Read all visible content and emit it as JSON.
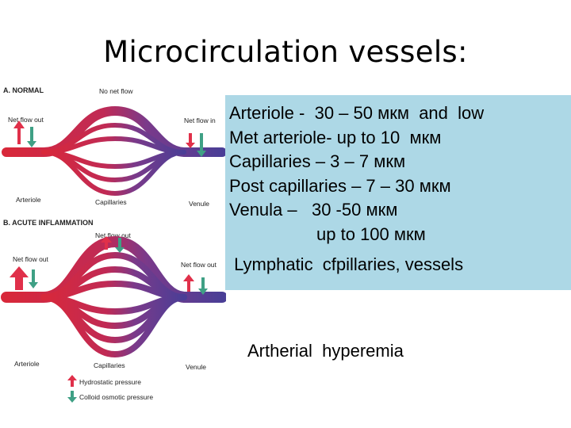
{
  "title": "Microcirculation  vessels:",
  "figure": {
    "panel_a": {
      "header": "A. NORMAL",
      "no_net_flow": "No net flow",
      "net_flow_out": "Net flow out",
      "net_flow_in": "Net flow in",
      "arteriole": "Arteriole",
      "capillaries": "Capillaries",
      "venule": "Venule"
    },
    "panel_b": {
      "header": "B. ACUTE INFLAMMATION",
      "net_flow_out_top": "Net flow out",
      "net_flow_out_left": "Net flow out",
      "net_flow_out_right": "Net flow out",
      "arteriole": "Arteriole",
      "capillaries": "Capillaries",
      "venule": "Venule"
    },
    "legend": {
      "hydrostatic": "Hydrostatic pressure",
      "colloid": "Colloid osmotic pressure"
    },
    "colors": {
      "arterial": "#d8283a",
      "venous": "#4a3e96",
      "up_arrow": "#e0304a",
      "down_arrow": "#3fa085"
    }
  },
  "info": {
    "lines": [
      "Arteriole -  30 – 50 мкм  and  low",
      "Met arteriole- up to 10  мкм",
      "Capillaries – 3 – 7 мкм",
      "Post capillaries – 7 – 30 мкм",
      "Venula –   30 -50 мкм",
      "                  up to 100 мкм",
      " Lymphatic  cfpillaries, vessels"
    ]
  },
  "caption": "Artherial  hyperemia"
}
